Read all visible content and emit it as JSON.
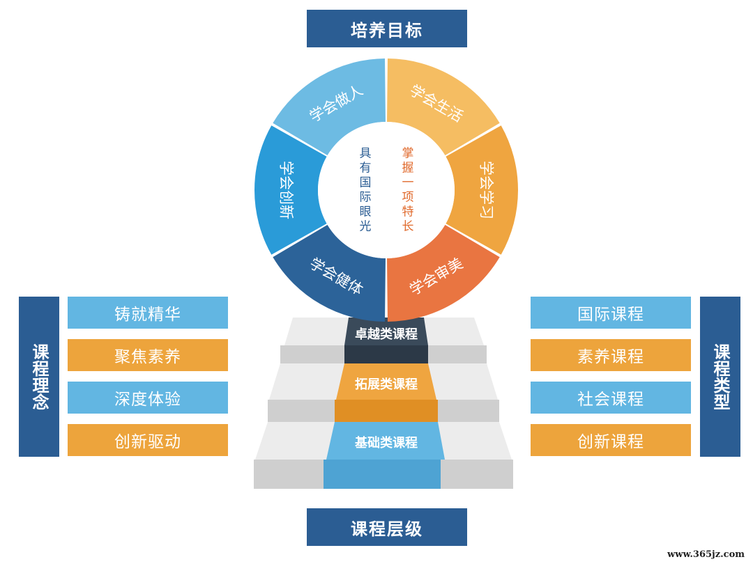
{
  "top_title": "培养目标",
  "bottom_title": "课程层级",
  "wheel": {
    "segments": [
      {
        "label": "学会做人",
        "color": "#6dbbe3"
      },
      {
        "label": "学会生活",
        "color": "#f5bd62"
      },
      {
        "label": "学会学习",
        "color": "#efa540"
      },
      {
        "label": "学会审美",
        "color": "#e97541"
      },
      {
        "label": "学会健体",
        "color": "#2c6399"
      },
      {
        "label": "学会创新",
        "color": "#2a9bd8"
      }
    ],
    "center_left": "具有国际眼光",
    "center_right": "掌握一项特长",
    "center_left_color": "#2b5d93",
    "center_right_color": "#e06a2c"
  },
  "stairs": {
    "top": "卓越类课程",
    "middle": "拓展类课程",
    "bottom": "基础类课程"
  },
  "left": {
    "label": "课程理念",
    "items": [
      "铸就精华",
      "聚焦素养",
      "深度体验",
      "创新驱动"
    ]
  },
  "right": {
    "label": "课程类型",
    "items": [
      "国际课程",
      "素养课程",
      "社会课程",
      "创新课程"
    ]
  },
  "watermark": "www.365jz.com"
}
